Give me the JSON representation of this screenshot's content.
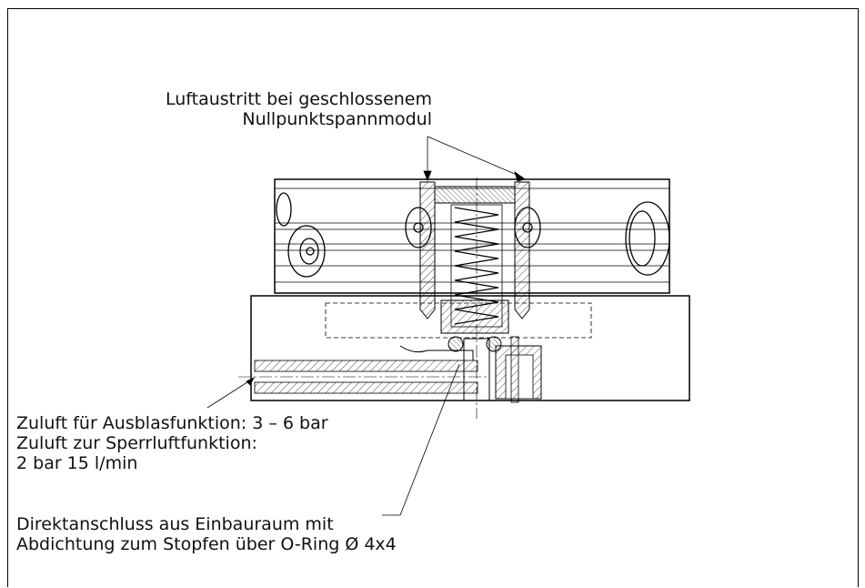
{
  "labels": {
    "air_outlet_line1": "Luftaustritt bei geschlossenem",
    "air_outlet_line2": "Nullpunktspannmodul",
    "supply_line1": "Zuluft für Ausblasfunktion: 3 – 6 bar",
    "supply_line2": "Zuluft zur Sperrluftfunktion:",
    "supply_line3": "2 bar 15 l/min",
    "direct_line1": "Direktanschluss aus Einbauraum mit",
    "direct_line2": "Abdichtung zum Stopfen über O-Ring Ø 4x4"
  },
  "colors": {
    "line": "#000000",
    "background": "#ffffff",
    "hatch": "#222222"
  }
}
